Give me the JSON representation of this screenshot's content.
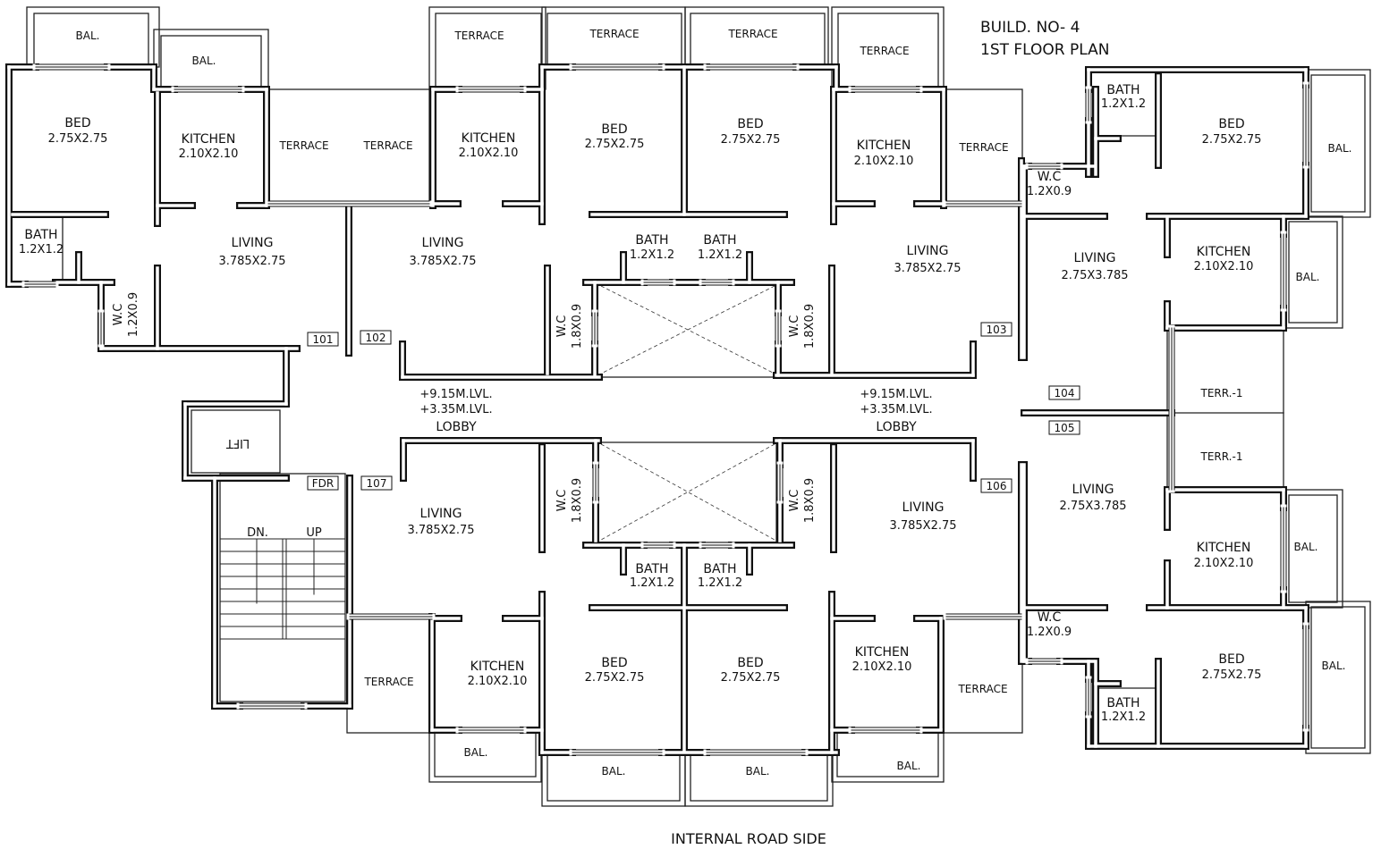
{
  "header": {
    "title": "BUILD. NO- 4",
    "subtitle": "1ST  FLOOR PLAN"
  },
  "footer": {
    "road_label": "INTERNAL ROAD SIDE"
  },
  "lobby": {
    "level1": "+9.15M.LVL.",
    "level2": "+3.35M.LVL.",
    "label": "LOBBY"
  },
  "stair": {
    "down": "DN.",
    "up": "UP"
  },
  "lift": {
    "label": "LIFT"
  },
  "units": [
    "101",
    "102",
    "103",
    "104",
    "105",
    "106",
    "107"
  ],
  "fdr": "FDR",
  "rooms": [
    {
      "name": "BAL."
    },
    {
      "name": "BAL."
    },
    {
      "name": "BED",
      "size": "2.75X2.75"
    },
    {
      "name": "KITCHEN",
      "size": "2.10X2.10"
    },
    {
      "name": "TERRACE"
    },
    {
      "name": "BATH",
      "size": "1.2X1.2"
    },
    {
      "name": "LIVING",
      "size": "3.785X2.75"
    },
    {
      "name": "W.C",
      "size": "1.2X0.9"
    },
    {
      "name": "TERRACE"
    },
    {
      "name": "TERRACE"
    },
    {
      "name": "KITCHEN",
      "size": "2.10X2.10"
    },
    {
      "name": "LIVING",
      "size": "3.785X2.75"
    },
    {
      "name": "W.C",
      "size": "1.8X0.9"
    },
    {
      "name": "TERRACE"
    },
    {
      "name": "BED",
      "size": "2.75X2.75"
    },
    {
      "name": "BATH",
      "size": "1.2X1.2"
    },
    {
      "name": "BED",
      "size": "2.75X2.75"
    },
    {
      "name": "TERRACE"
    },
    {
      "name": "BATH",
      "size": "1.2X1.2"
    },
    {
      "name": "TERRACE"
    },
    {
      "name": "KITCHEN",
      "size": "2.10X2.10"
    },
    {
      "name": "TERRACE"
    },
    {
      "name": "LIVING",
      "size": "3.785X2.75"
    },
    {
      "name": "W.C",
      "size": "1.8X0.9"
    },
    {
      "name": "BATH",
      "size": "1.2X1.2"
    },
    {
      "name": "BED",
      "size": "2.75X2.75"
    },
    {
      "name": "BAL."
    },
    {
      "name": "W.C",
      "size": "1.2X0.9"
    },
    {
      "name": "LIVING",
      "size": "2.75X3.785"
    },
    {
      "name": "KITCHEN",
      "size": "2.10X2.10"
    },
    {
      "name": "BAL."
    },
    {
      "name": "TERR.-1"
    },
    {
      "name": "TERR.-1"
    },
    {
      "name": "LIVING",
      "size": "2.75X3.785"
    },
    {
      "name": "KITCHEN",
      "size": "2.10X2.10"
    },
    {
      "name": "BAL."
    },
    {
      "name": "W.C",
      "size": "1.2X0.9"
    },
    {
      "name": "BED",
      "size": "2.75X2.75"
    },
    {
      "name": "BAL."
    },
    {
      "name": "BATH",
      "size": "1.2X1.2"
    },
    {
      "name": "LIVING",
      "size": "3.785X2.75"
    },
    {
      "name": "W.C",
      "size": "1.8X0.9"
    },
    {
      "name": "KITCHEN",
      "size": "2.10X2.10"
    },
    {
      "name": "TERRACE"
    },
    {
      "name": "BAL."
    },
    {
      "name": "BED",
      "size": "2.75X2.75"
    },
    {
      "name": "BATH",
      "size": "1.2X1.2"
    },
    {
      "name": "BAL."
    },
    {
      "name": "LIVING",
      "size": "3.785X2.75"
    },
    {
      "name": "W.C",
      "size": "1.8X0.9"
    },
    {
      "name": "KITCHEN",
      "size": "2.10X2.10"
    },
    {
      "name": "TERRACE"
    },
    {
      "name": "BED",
      "size": "2.75X2.75"
    },
    {
      "name": "BATH",
      "size": "1.2X1.2"
    },
    {
      "name": "BAL."
    },
    {
      "name": "BAL."
    }
  ]
}
